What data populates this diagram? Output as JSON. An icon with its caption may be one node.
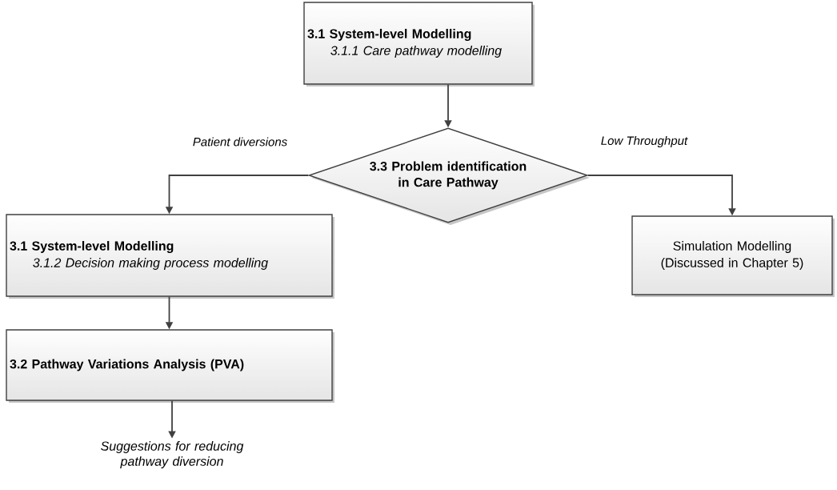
{
  "diagram": {
    "nodes": [
      {
        "text": [
          "3.1 System-level Modelling",
          "3.1.1 Care pathway modelling"
        ]
      },
      {
        "text": [
          "3.3 Problem identification in Care Pathway"
        ]
      },
      {
        "text": [
          "3.1 System-level Modelling",
          "3.1.2 Decision making process modelling"
        ]
      },
      {
        "text": [
          "3.2 Pathway Variations Analysis (PVA)"
        ]
      },
      {
        "text": [
          "Suggestions for reducing pathway diversion"
        ]
      },
      {
        "text": [
          "Simulation Modelling (Discussed in Chapter 5)"
        ]
      }
    ],
    "edges": [
      {
        "from": 0,
        "to": 1,
        "arrow": "to"
      },
      {
        "from": 1,
        "to": 2,
        "arrow": "to",
        "label": "Patient diversions"
      },
      {
        "from": 1,
        "to": 5,
        "arrow": "to",
        "label": "Low Throughput"
      },
      {
        "from": 2,
        "to": 3,
        "arrow": "to"
      },
      {
        "from": 3,
        "to": 4,
        "arrow": "to"
      }
    ]
  }
}
